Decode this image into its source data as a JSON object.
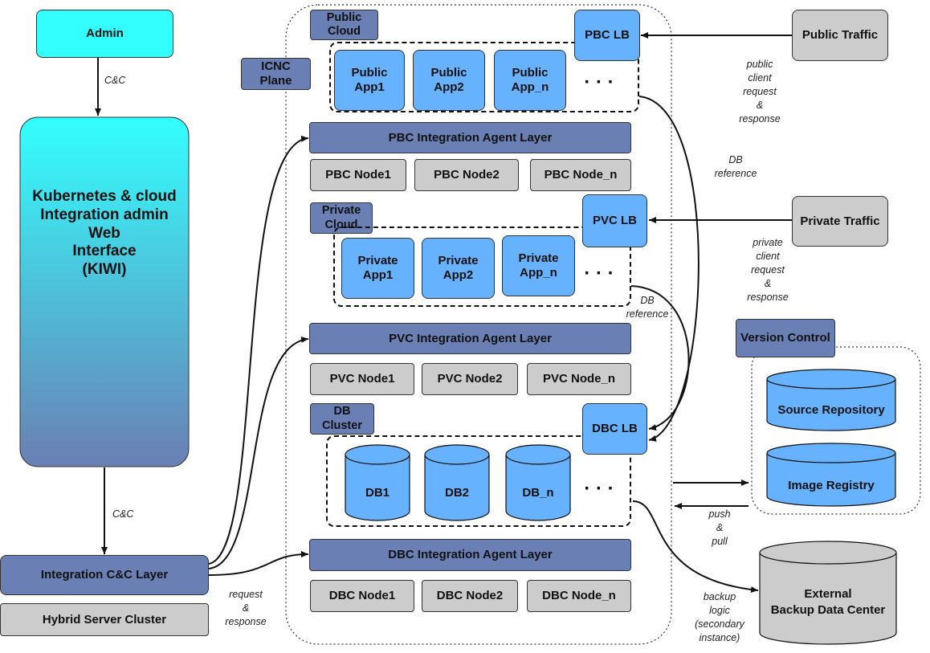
{
  "admin": "Admin",
  "kiwi": "Kubernetes & cloud\nIntegration admin\nWeb\nInterface\n(KIWI)",
  "integration_cc": "Integration C&C Layer",
  "hybrid": "Hybrid Server Cluster",
  "icnc_plane": "ICNC\nPlane",
  "public_cloud": "Public\nCloud",
  "pbc_lb": "PBC LB",
  "public_apps": [
    "Public\nApp1",
    "Public\nApp2",
    "Public\nApp_n"
  ],
  "ellipsis": "· · ·",
  "pbc_layer": "PBC Integration Agent Layer",
  "pbc_nodes": [
    "PBC Node1",
    "PBC Node2",
    "PBC Node_n"
  ],
  "private_cloud": "Private\nCloud",
  "pvc_lb": "PVC LB",
  "private_apps": [
    "Private\nApp1",
    "Private\nApp2",
    "Private\nApp_n"
  ],
  "pvc_layer": "PVC Integration Agent Layer",
  "pvc_nodes": [
    "PVC Node1",
    "PVC Node2",
    "PVC Node_n"
  ],
  "db_cluster": "DB\nCluster",
  "dbc_lb": "DBC LB",
  "dbs": [
    "DB1",
    "DB2",
    "DB_n"
  ],
  "dbc_layer": "DBC Integration Agent Layer",
  "dbc_nodes": [
    "DBC Node1",
    "DBC Node2",
    "DBC Node_n"
  ],
  "public_traffic": "Public Traffic",
  "private_traffic": "Private Traffic",
  "version_control": "Version Control",
  "source_repo": "Source Repository",
  "image_registry": "Image Registry",
  "backup_dc": "External\nBackup Data Center",
  "labels": {
    "cc1": "C&C",
    "cc2": "C&C",
    "req_resp": "request\n&\nresponse",
    "public_req": "public\nclient\nrequest\n&\nresponse",
    "db_ref1": "DB\nreference",
    "private_req": "private\nclient\nrequest\n&\nresponse",
    "db_ref2": "DB\nreference",
    "push_pull": "push\n&\npull",
    "backup": "backup\nlogic\n(secondary\ninstance)"
  },
  "colors": {
    "app_blue": "#66b2ff",
    "node_gray": "#cccccc",
    "admin_cyan": "#33ffff",
    "layer_slate": "#6a7fb3"
  }
}
